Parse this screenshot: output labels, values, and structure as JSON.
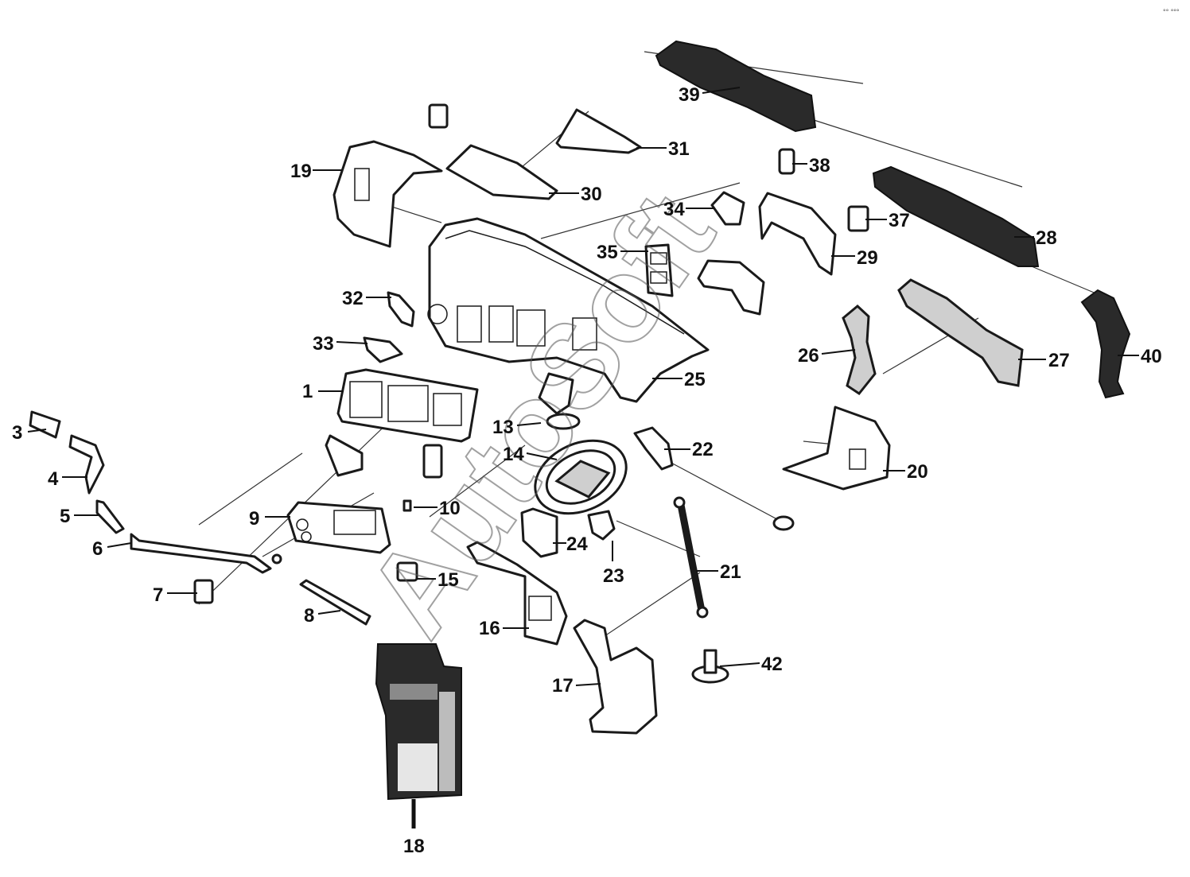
{
  "watermark": "AutoSoft",
  "corner_mark": "°°  °°°",
  "callouts": [
    {
      "id": "1"
    },
    {
      "id": "3"
    },
    {
      "id": "4"
    },
    {
      "id": "5"
    },
    {
      "id": "6"
    },
    {
      "id": "7"
    },
    {
      "id": "8"
    },
    {
      "id": "9"
    },
    {
      "id": "10"
    },
    {
      "id": "13"
    },
    {
      "id": "14"
    },
    {
      "id": "15"
    },
    {
      "id": "16"
    },
    {
      "id": "17"
    },
    {
      "id": "18"
    },
    {
      "id": "19"
    },
    {
      "id": "20"
    },
    {
      "id": "21"
    },
    {
      "id": "22"
    },
    {
      "id": "23"
    },
    {
      "id": "24"
    },
    {
      "id": "25"
    },
    {
      "id": "26"
    },
    {
      "id": "27"
    },
    {
      "id": "28"
    },
    {
      "id": "29"
    },
    {
      "id": "30"
    },
    {
      "id": "31"
    },
    {
      "id": "32"
    },
    {
      "id": "33"
    },
    {
      "id": "34"
    },
    {
      "id": "35"
    },
    {
      "id": "37"
    },
    {
      "id": "38"
    },
    {
      "id": "39"
    },
    {
      "id": "40"
    },
    {
      "id": "42"
    }
  ]
}
